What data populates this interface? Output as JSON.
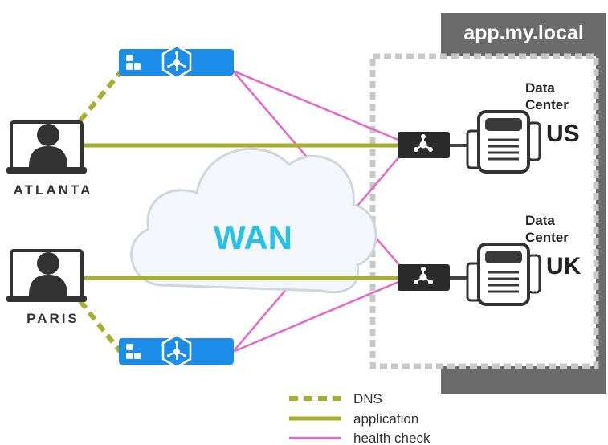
{
  "region": {
    "title": "app.my.local"
  },
  "cloud": {
    "label": "WAN"
  },
  "locations": [
    {
      "id": "atlanta",
      "label": "ATLANTA"
    },
    {
      "id": "paris",
      "label": "PARIS"
    }
  ],
  "datacenters": [
    {
      "id": "us",
      "line1": "Data",
      "line2": "Center",
      "code": "US"
    },
    {
      "id": "uk",
      "line1": "Data",
      "line2": "Center",
      "code": "UK"
    }
  ],
  "legend": {
    "dns": "DNS",
    "application": "application",
    "health_check": "health check"
  },
  "colors": {
    "dns_line": "#a8ae2e",
    "application_line": "#a8ae2e",
    "health_check_line": "#e866c8",
    "dns_device": "#1b8de8",
    "region_box": "#6b6b6b",
    "cloud_text": "#27c0e6"
  }
}
